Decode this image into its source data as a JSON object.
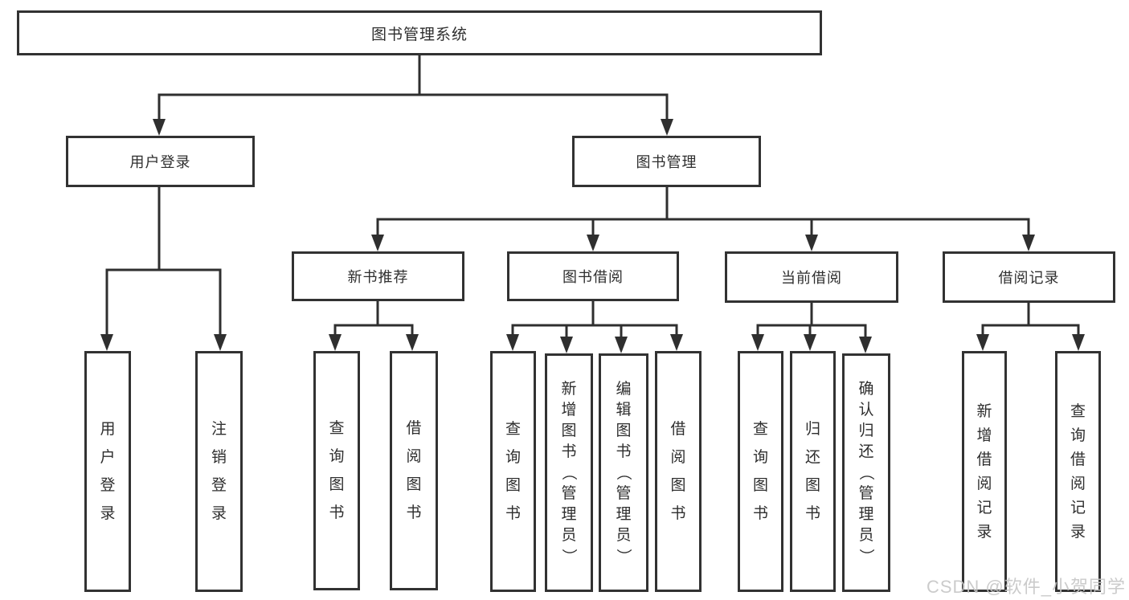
{
  "diagram": {
    "root": {
      "label": "图书管理系统"
    },
    "level2": [
      {
        "label": "用户登录"
      },
      {
        "label": "图书管理"
      }
    ],
    "level3": [
      {
        "label": "新书推荐"
      },
      {
        "label": "图书借阅"
      },
      {
        "label": "当前借阅"
      },
      {
        "label": "借阅记录"
      }
    ],
    "leaves": [
      {
        "label": "用户登录"
      },
      {
        "label": "注销登录"
      },
      {
        "label": "查询图书"
      },
      {
        "label": "借阅图书"
      },
      {
        "label": "查询图书"
      },
      {
        "label": "新增图书（管理员）"
      },
      {
        "label": "编辑图书（管理员）"
      },
      {
        "label": "借阅图书"
      },
      {
        "label": "查询图书"
      },
      {
        "label": "归还图书"
      },
      {
        "label": "确认归还（管理员）"
      },
      {
        "label": "新增借阅记录"
      },
      {
        "label": "查询借阅记录"
      }
    ]
  },
  "watermark": {
    "text": "CSDN @软件_小贺同学"
  },
  "colors": {
    "background": "#ffffff",
    "line": "#2f2f2f",
    "box_border": "#323232",
    "text": "#2e2e2e",
    "watermark": "#c6c6c6"
  }
}
